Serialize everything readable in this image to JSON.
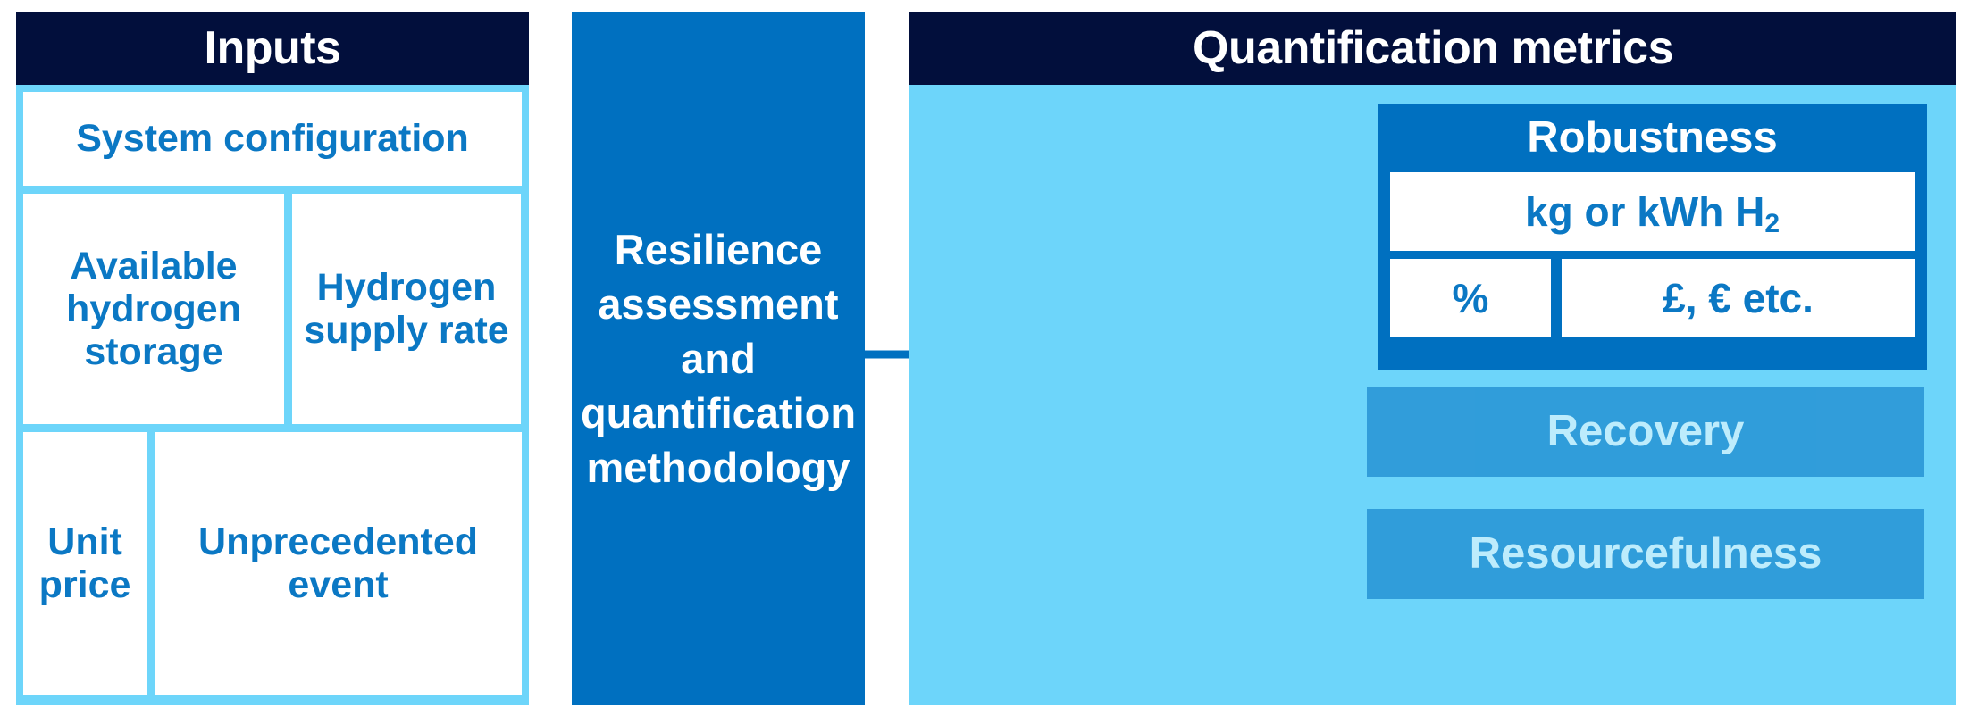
{
  "inputs": {
    "header": "Inputs",
    "boxes": {
      "system_configuration": "System configuration",
      "available_hydrogen_storage": "Available hydrogen storage",
      "hydrogen_supply_rate": "Hydrogen supply rate",
      "unit_price": "Unit price",
      "unprecedented_event": "Unprecedented event"
    }
  },
  "methodology": {
    "label": "Resilience assessment and quantification methodology"
  },
  "metrics": {
    "header": "Quantification metrics",
    "robustness": {
      "title": "Robustness",
      "unit_mass_energy": "kg or kWh H",
      "unit_mass_energy_sub": "2",
      "unit_percent": "%",
      "unit_currency": "£, € etc."
    },
    "recovery": "Recovery",
    "resourcefulness": "Resourcefulness"
  },
  "colors": {
    "header_navy": "#020f3c",
    "panel_light_blue": "#6dd5fa",
    "accent_blue": "#0070c0",
    "text_blue": "#0b78c4",
    "arrow_gray": "#808080",
    "white": "#ffffff"
  },
  "arrows": {
    "inputs_to_methodology": "arrow-right",
    "methodology_to_robustness": "arrow-right",
    "methodology_to_recovery": "arrow-right",
    "methodology_to_resourcefulness": "arrow-right"
  }
}
